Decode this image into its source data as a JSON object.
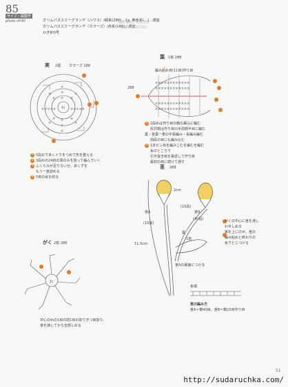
{
  "page": {
    "number": "85",
    "subtitle": "サイズ・図案作",
    "photo": "photo→P.40"
  },
  "yarn": [
    "オリムパスエミーグランデ〈ハウス〉/緑系(288)…1g, 黄色系(…)…適宜",
    "オリムパスエミーグランデ〈カラーズ〉/赤系(188)…適宜",
    "かぎ針0号"
  ],
  "watermark": [
    "図片资料，仅供分享",
    "qq群 40602311"
  ],
  "fruit": {
    "title": "実",
    "count": "2個",
    "color": "カラーズ 188",
    "notes": [
      "5段めであくぐりをつめて形を整える",
      "3段めの24目の頭のみを拾って編んでいく",
      "ふくらみが足りない分、あくずを",
      "もう一度詰める",
      "5目の糸を絞る"
    ]
  },
  "leaf": {
    "title": "葉",
    "count": "1枚 288",
    "start": "編み始め目(11目)作り目",
    "row_label": "288",
    "notes": [
      "1段めは作り目の鎖の裏山に編む",
      "反対側は作り目の手前側半目に編む",
      "葉・茎葉一巻の中長編み・長編み編む",
      "前段の目にも編み込む",
      "1本ピン目を編みこむを編むを編む",
      "糸のところで",
      "引き抜き目を裏返して作り目",
      "最初の目に続けて通す"
    ]
  },
  "stem": {
    "title": "茎",
    "count": "288",
    "labels": {
      "stem_a": "茎A",
      "stem_a_val": "(15段)",
      "stem_b": "茎B",
      "stem_b_val": "(40段)",
      "leaf_top": "葉",
      "sub_c": "(15段)",
      "count_1": "1枚",
      "height": "11.5cm",
      "attach": "茎Aの裏面につける",
      "size_mark": "2cm",
      "start_mark": "糸端"
    },
    "notes": [
      "がくの中心に茎を通し",
      "わせしめる",
      "実を上にのせ、茎の",
      "編み始めと終わりの",
      "糸でとじつける"
    ],
    "stitch_caption_title": "茎の編み方",
    "stitch_caption": "茎A＝鎖40目、茎B＝鎖15目作り目"
  },
  "calyx": {
    "title": "がく",
    "count": "2枚 288",
    "notes": [
      "中心のわの1目の前1目の前りきつ目割り、",
      "茎を通してから全部しめる"
    ]
  },
  "footer": {
    "page_no": "51",
    "url": "http://sudaruchka.com/"
  },
  "colors": {
    "accent": "#e07a2a",
    "petal": "#f0d060",
    "ink": "#444444",
    "paper": "#f7f7f5"
  }
}
